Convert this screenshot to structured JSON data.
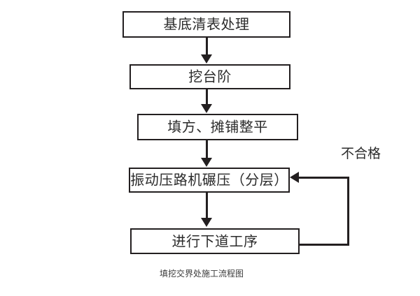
{
  "diagram": {
    "caption": "填挖交界处施工流程图",
    "colors": {
      "stroke": "#231f20",
      "text": "#2b2b2b",
      "background": "#ffffff"
    },
    "nodes": [
      {
        "id": "n1",
        "label": "基底清表处理"
      },
      {
        "id": "n2",
        "label": "挖台阶"
      },
      {
        "id": "n3",
        "label": "填方、摊铺整平"
      },
      {
        "id": "n4",
        "label": "振动压路机碾压（分层）"
      },
      {
        "id": "n5",
        "label": "进行下道工序"
      }
    ],
    "edges": [
      {
        "id": "e1",
        "from": "n1",
        "to": "n2",
        "label": ""
      },
      {
        "id": "e2",
        "from": "n2",
        "to": "n3",
        "label": ""
      },
      {
        "id": "e3",
        "from": "n3",
        "to": "n4",
        "label": ""
      },
      {
        "id": "e4",
        "from": "n4",
        "to": "n5",
        "label": ""
      },
      {
        "id": "e5",
        "from": "n5",
        "to": "n4",
        "label": "不合格"
      }
    ],
    "feedback_label": "不合格"
  }
}
